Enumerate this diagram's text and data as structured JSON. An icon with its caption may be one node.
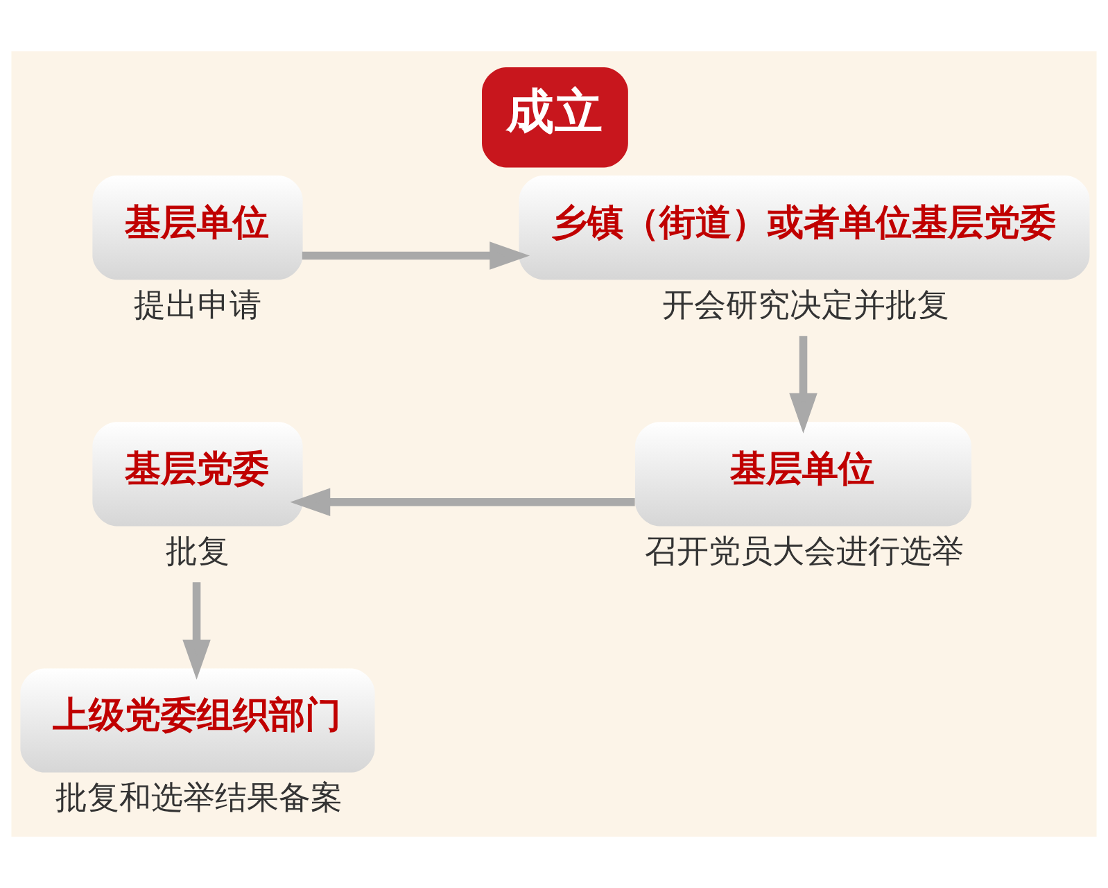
{
  "diagram": {
    "title": "成立",
    "nodes": [
      {
        "text": [
          "基层单位"
        ],
        "beside": [
          "提出申请"
        ]
      },
      {
        "text": [
          "乡镇（街道）或者单位基层党委"
        ],
        "beside": [
          "开会研究决定并批复"
        ]
      },
      {
        "text": [
          "基层单位"
        ],
        "beside": [
          "召开党员大会进行选举"
        ]
      },
      {
        "text": [
          "基层党委"
        ],
        "beside": [
          "批复"
        ]
      },
      {
        "text": [
          "上级党委组织部门"
        ],
        "beside": [
          "批复和选举结果备案"
        ]
      }
    ],
    "edges": [
      {
        "from": 0,
        "to": 1,
        "arrow": "to"
      },
      {
        "from": 1,
        "to": 2,
        "arrow": "to"
      },
      {
        "from": 2,
        "to": 3,
        "arrow": "to"
      },
      {
        "from": 3,
        "to": 4,
        "arrow": "to"
      }
    ]
  }
}
